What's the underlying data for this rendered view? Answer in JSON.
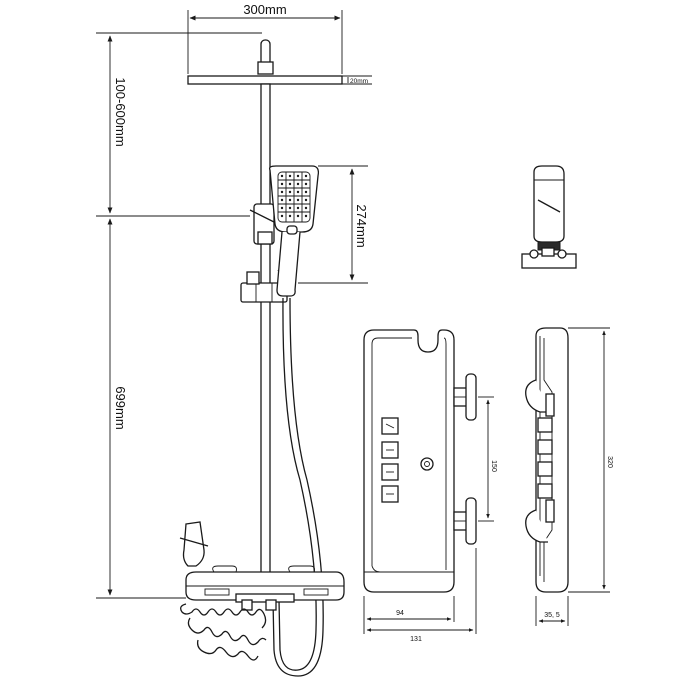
{
  "dimensions": {
    "showerhead_width": "300mm",
    "plate_thickness": "20mm",
    "height_adjust": "100-600mm",
    "handshower_length": "274mm",
    "rail_height": "699mm",
    "panel_mount_spacing": "150",
    "panel_height": "320",
    "panel_width": "94",
    "panel_total_width": "131",
    "panel_depth": "35, 5"
  }
}
